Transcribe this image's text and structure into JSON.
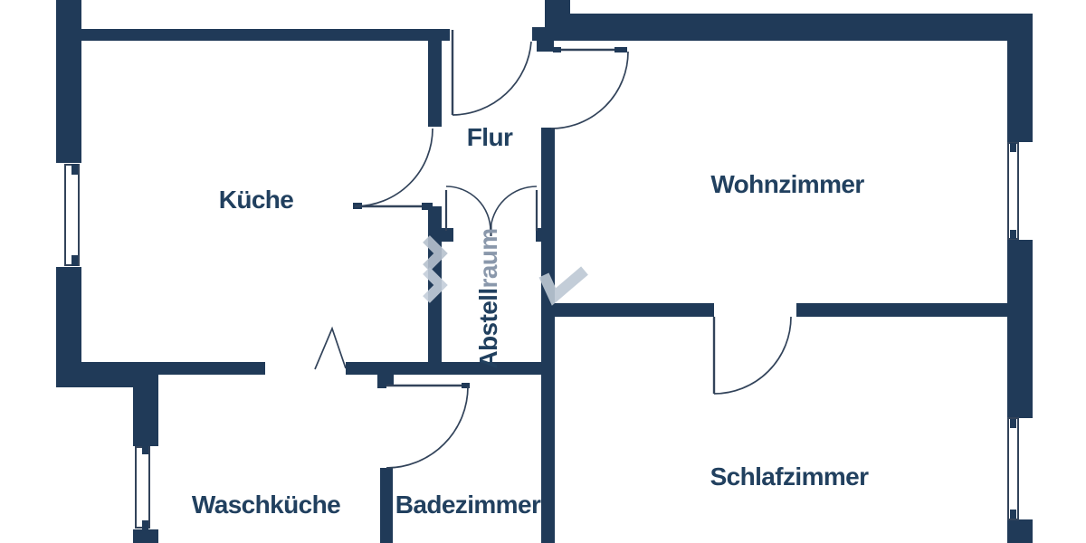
{
  "plan": {
    "type": "apartment-floor-plan",
    "language": "de"
  },
  "rooms": {
    "flur": {
      "label": "Flur"
    },
    "kueche": {
      "label": "Küche"
    },
    "wohnzimmer": {
      "label": "Wohnzimmer"
    },
    "abstellraum": {
      "label_part1": "Abstell",
      "label_part2": "raum"
    },
    "waschkueche": {
      "label": "Waschküche"
    },
    "badezimmer": {
      "label": "Badezimmer"
    },
    "schlafzimmer": {
      "label": "Schlafzimmer"
    }
  },
  "watermark": {
    "icon": "gray-chevron-logo"
  },
  "colors": {
    "wall": "#203a58",
    "line": "#32435a",
    "label": "#21405f",
    "label_muted": "#8a98ab",
    "watermark": "#b6c1ce",
    "background": "#ffffff"
  }
}
